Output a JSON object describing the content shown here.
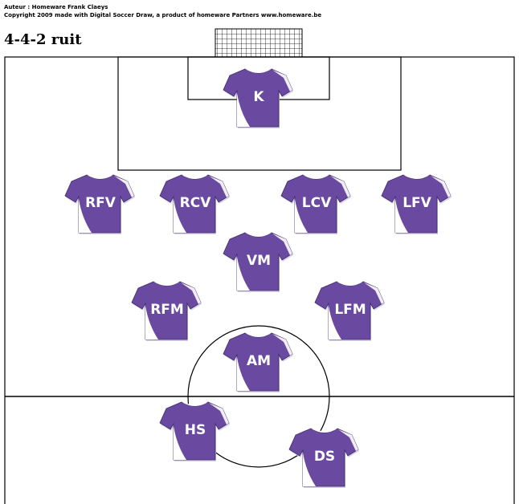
{
  "header": {
    "author": "Auteur : Homeware Frank Claeys",
    "copyright": "Copyright 2009  made with Digital Soccer Draw, a product of homeware Partners www.homeware.be"
  },
  "formation": {
    "title": "4-4-2 ruit"
  },
  "colors": {
    "shirt": "#6a4aa0",
    "shirt_dark": "#4f3784",
    "trim": "#ffffff",
    "lines": "#000000"
  },
  "players": [
    {
      "id": "k",
      "label": "K",
      "role": "goalkeeper-shirt"
    },
    {
      "id": "rfv",
      "label": "RFV",
      "role": "right-back-shirt"
    },
    {
      "id": "rcv",
      "label": "RCV",
      "role": "right-centre-back-shirt"
    },
    {
      "id": "lcv",
      "label": "LCV",
      "role": "left-centre-back-shirt"
    },
    {
      "id": "lfv",
      "label": "LFV",
      "role": "left-back-shirt"
    },
    {
      "id": "vm",
      "label": "VM",
      "role": "defensive-midfielder-shirt"
    },
    {
      "id": "rfm",
      "label": "RFM",
      "role": "right-midfielder-shirt"
    },
    {
      "id": "lfm",
      "label": "LFM",
      "role": "left-midfielder-shirt"
    },
    {
      "id": "am",
      "label": "AM",
      "role": "attacking-midfielder-shirt"
    },
    {
      "id": "hs",
      "label": "HS",
      "role": "shadow-striker-shirt"
    },
    {
      "id": "ds",
      "label": "DS",
      "role": "striker-shirt"
    }
  ]
}
